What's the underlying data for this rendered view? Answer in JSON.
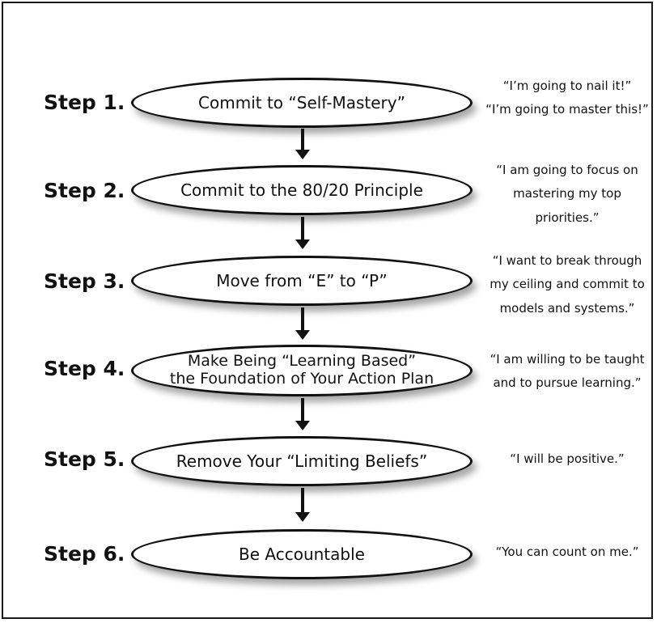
{
  "steps": [
    {
      "label": "Step 1.",
      "text": "Commit to “Self-Mastery”",
      "quote": "“I’m going to nail it!”\n“I’m going to master this!”"
    },
    {
      "label": "Step 2.",
      "text": "Commit to the 80/20 Principle",
      "quote": "“I am going to focus on\nmastering my top\npriorities.”"
    },
    {
      "label": "Step 3.",
      "text": "Move from “E” to “P”",
      "quote": "“I want to break through\nmy ceiling and commit to\nmodels and systems.”"
    },
    {
      "label": "Step 4.",
      "text": "Make Being “Learning Based”\nthe Foundation of Your Action Plan",
      "quote": "“I am willing to be taught\nand to pursue learning.”"
    },
    {
      "label": "Step 5.",
      "text": "Remove Your “Limiting Beliefs”",
      "quote": "“I will be positive.”"
    },
    {
      "label": "Step 6.",
      "text": "Be Accountable",
      "quote": "“You can count on me.”"
    }
  ]
}
